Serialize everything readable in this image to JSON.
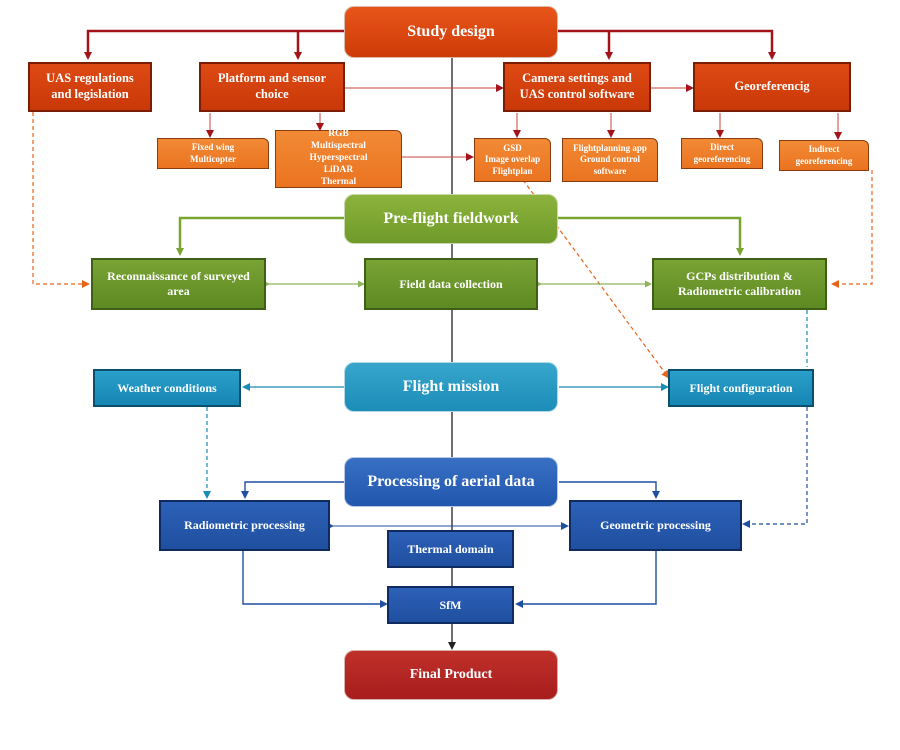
{
  "nodes": {
    "study_design": "Study design",
    "uas_regulations": "UAS regulations\nand legislation",
    "platform_sensor": "Platform  and  sensor\nchoice",
    "camera_settings": "Camera  settings  and\nUAS  control  software",
    "georeferencing": "Georeferencig",
    "fixed_wing": "Fixed wing\nMulticopter",
    "sensors": "RGB\nMultispectral\nHyperspectral\nLiDAR\nThermal",
    "gsd": "GSD\nImage overlap\nFlightplan",
    "flightplanning": "Flightplanning app\nGround control\nsoftware",
    "direct_geo": "Direct\ngeoreferencing",
    "indirect_geo": "Indirect\ngeoreferencing",
    "preflight": "Pre-flight  fieldwork",
    "reconnaissance": "Reconnaissance  of  surveyed\narea",
    "field_data": "Field  data  collection",
    "gcps": "GCPs  distribution  &\nRadiometric  calibration",
    "flight_mission": "Flight  mission",
    "weather": "Weather  conditions",
    "flight_config": "Flight  configuration",
    "processing": "Processing  of  aerial  data",
    "radiometric": "Radiometric   processing",
    "geometric": "Geometric   processing",
    "thermal": "Thermal  domain",
    "sfm": "SfM",
    "final": "Final Product"
  },
  "colors": {
    "red": "#a3141a",
    "orange_dash": "#e8631a",
    "green": "#7aa52f",
    "teal": "#1a8cb8",
    "blue": "#1f4f9f",
    "dark": "#222222"
  }
}
